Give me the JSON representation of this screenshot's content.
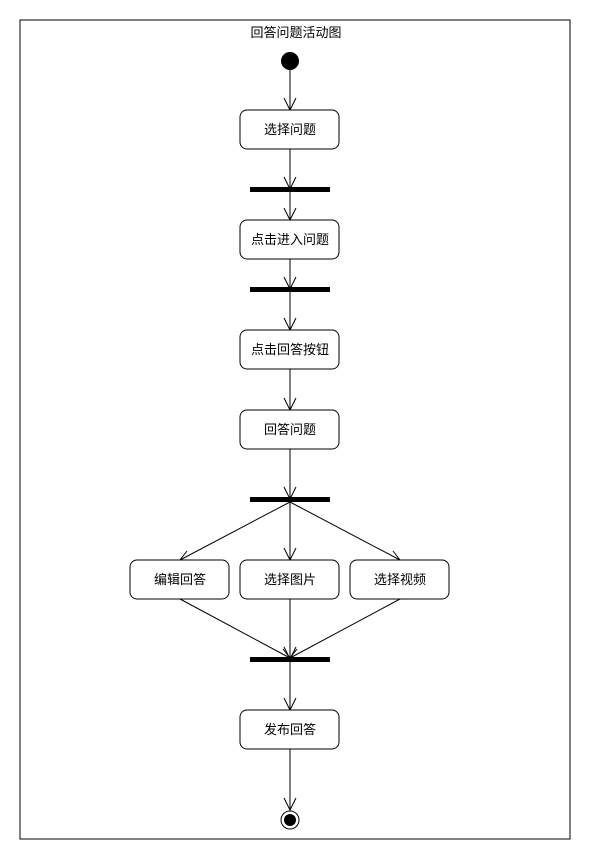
{
  "diagram": {
    "title": "回答问题活动图",
    "type": "activity",
    "nodes": {
      "select_question": "选择问题",
      "click_enter": "点击进入问题",
      "click_answer_button": "点击回答按钮",
      "answer_question": "回答问题",
      "edit_answer": "编辑回答",
      "select_image": "选择图片",
      "select_video": "选择视频",
      "publish_answer": "发布回答"
    },
    "edges": [
      {
        "from": "start",
        "to": "select_question"
      },
      {
        "from": "select_question",
        "to": "bar1"
      },
      {
        "from": "bar1",
        "to": "click_enter"
      },
      {
        "from": "click_enter",
        "to": "bar2"
      },
      {
        "from": "bar2",
        "to": "click_answer_button"
      },
      {
        "from": "click_answer_button",
        "to": "answer_question"
      },
      {
        "from": "answer_question",
        "to": "fork"
      },
      {
        "from": "fork",
        "to": "edit_answer"
      },
      {
        "from": "fork",
        "to": "select_image"
      },
      {
        "from": "fork",
        "to": "select_video"
      },
      {
        "from": "edit_answer",
        "to": "join"
      },
      {
        "from": "select_image",
        "to": "join"
      },
      {
        "from": "select_video",
        "to": "join"
      },
      {
        "from": "join",
        "to": "publish_answer"
      },
      {
        "from": "publish_answer",
        "to": "end"
      }
    ]
  }
}
